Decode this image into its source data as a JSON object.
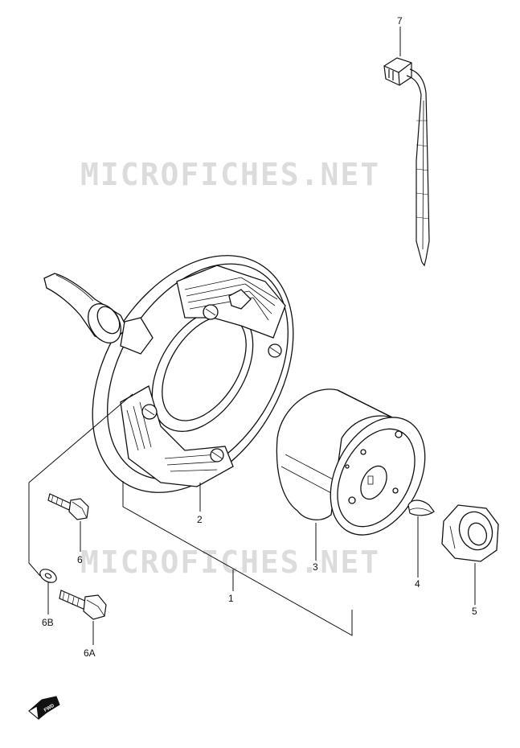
{
  "watermark": {
    "text": "MICROFICHES.NET"
  },
  "fwd_badge": "FWD",
  "callouts": {
    "stator_assembly": "1",
    "stator_coil": "2",
    "rotor": "3",
    "key": "4",
    "nut": "5",
    "bolt": "6",
    "bolt_a": "6A",
    "washer_b": "6B",
    "wire_harness": "7"
  }
}
